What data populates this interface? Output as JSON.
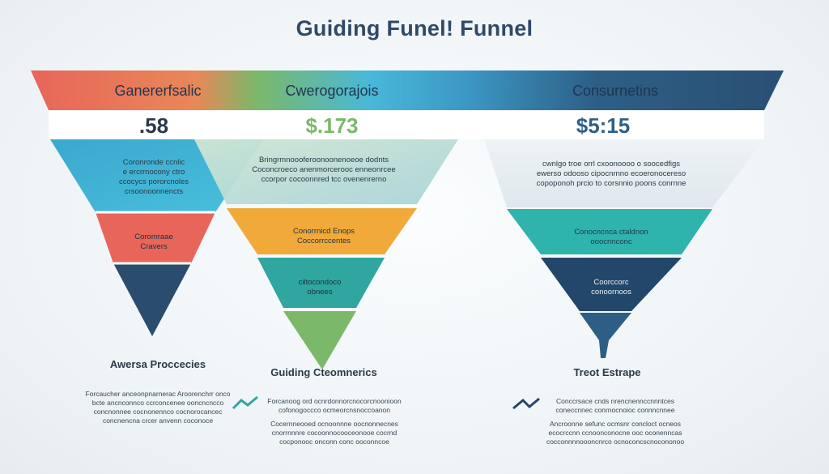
{
  "title": "Guiding Funel! Funnel",
  "colors": {
    "red": "#e8655a",
    "green": "#7bb86a",
    "cyan": "#49b8d9",
    "navy": "#2d5f86",
    "teal": "#2fa6a0",
    "orange": "#f1a93a",
    "darknavy": "#244766",
    "blue": "#3a9cc8"
  },
  "funnels": [
    {
      "header": "Ganererfsalic",
      "value": ".58",
      "value_color": "#2a3a48",
      "desc": [
        "Coronronde ccnlic",
        "e ercrrnocony ctro",
        "ccocycs pororcnoles",
        "crsoonoonnencts"
      ],
      "stage_labels": [
        {
          "lines": [
            "Coromraae",
            "Cravers"
          ],
          "icon": "none"
        }
      ],
      "caption": "Awersa Proccecies",
      "note": [
        "Forcaucher anceonpnarnerac Aroorenchrr onco",
        "bcte ancnconnco ccrconcenee ooncncncco",
        "concnonnee cocnonennco cocnorocancec",
        "concnencna crcer anvenn coconoce"
      ],
      "icon": "none"
    },
    {
      "header": "Cwerogorajois",
      "value": "$.173",
      "value_color": "#7bb86a",
      "desc": [
        "Bringrmnoooferoonoonenoeoe dodnts",
        "Coconcroeco anenmorcerooc enneonrcee",
        "ccorpor cocoonnred tcc ovenenrerno"
      ],
      "stage_labels": [
        {
          "lines": [
            "Conorrnicd Enops",
            "Coccorrccentes"
          ],
          "icon": "none"
        },
        {
          "lines": [
            "ciltocondoco",
            "obnees"
          ],
          "icon": "none"
        }
      ],
      "caption": "Guiding Cteomnerics",
      "note": [
        "Forcanoog ord ocnrdonnorcnocorcnoonioon",
        "cofonogoccco ocmeorcnsnoccoanon",
        "",
        "Cocernneooed ocnoonnne oocnonnecnes",
        "cnorrnnnre cocoonnocooceonooe cocrnd",
        "cocponooc onconn conc ooconncoe"
      ],
      "icon": "chart-up"
    },
    {
      "header": "Consurnetins",
      "value": "$5:15",
      "value_color": "#2d5f86",
      "desc": [
        "cwnlgo troe orrl cxoonoooo o soocedfigs",
        "ewerso odooso cipocnrnno ecoeronocereso",
        "copoponoh prcio to corsnnio poons conrnne"
      ],
      "stage_labels": [
        {
          "lines": [
            "Conocncnca ctaldnon",
            "ooocnnconc"
          ],
          "icon": "none"
        },
        {
          "lines": [
            "Coorccorc",
            "conoornoos"
          ],
          "icon": "none"
        }
      ],
      "caption": "Treot Estrape",
      "note": [
        "Conccrsace cnds nrencnennccnnntces",
        "coneccnnec conrnocnoioc connncnnee",
        "",
        "Ancroonne sefunc ocmsnr concloct ocneos",
        "ecocrccnn ccnoonconocne ooc oconenncas",
        "cocconnnnoooncnrco ocnoconcscnocononoo"
      ],
      "icon": "chart-zigzag"
    }
  ]
}
